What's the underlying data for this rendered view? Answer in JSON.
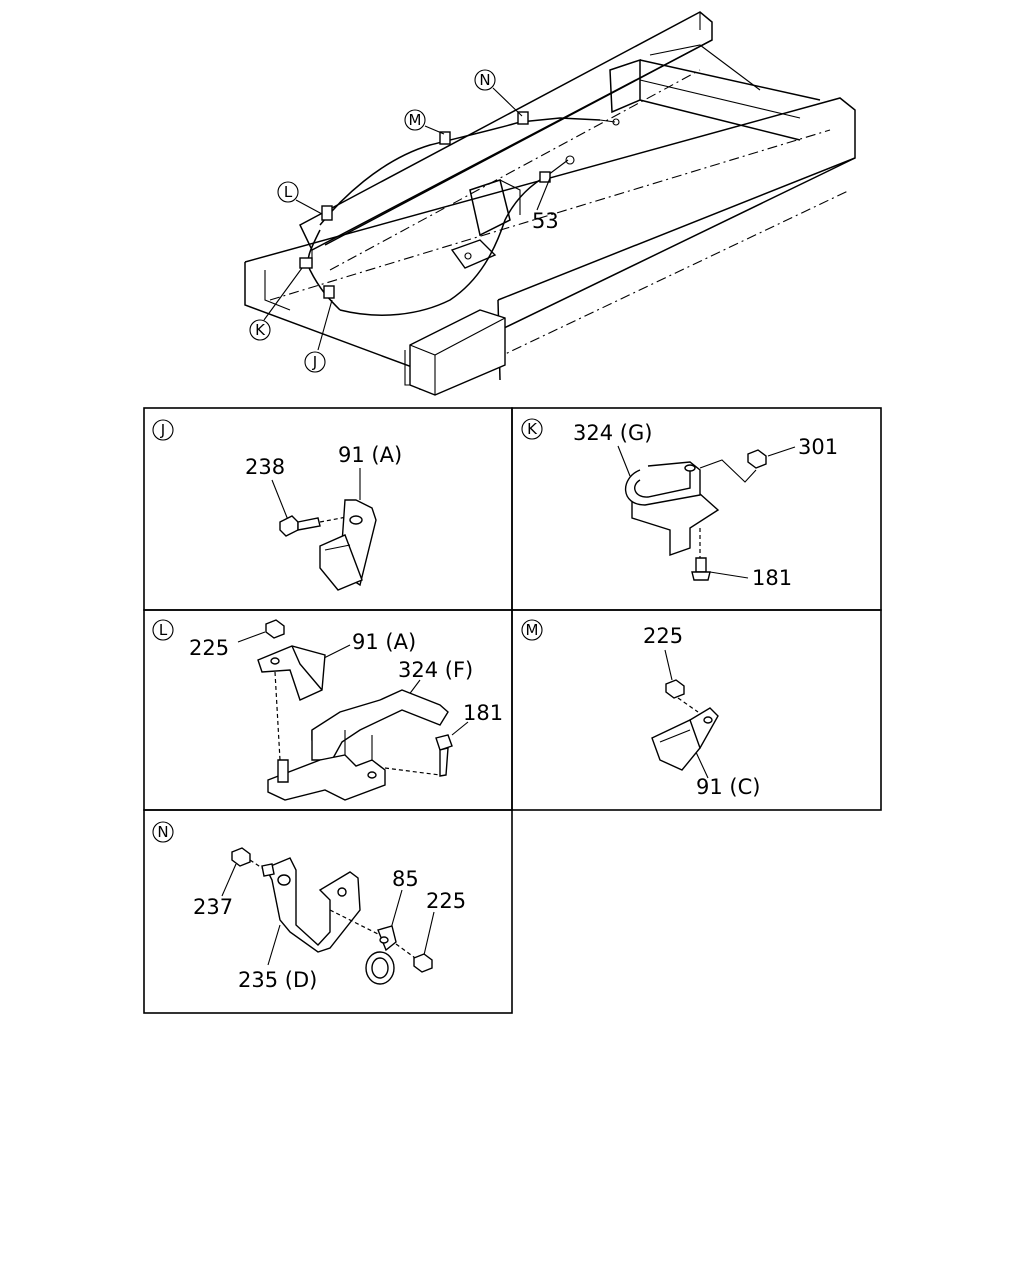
{
  "overview": {
    "callouts": [
      "N",
      "M",
      "L",
      "K",
      "J"
    ],
    "part_label": "53"
  },
  "panels": {
    "J": {
      "letter": "J",
      "labels": [
        "238",
        "91 (A)"
      ]
    },
    "K": {
      "letter": "K",
      "labels": [
        "324 (G)",
        "301",
        "181"
      ]
    },
    "L": {
      "letter": "L",
      "labels": [
        "225",
        "91 (A)",
        "324 (F)",
        "181"
      ]
    },
    "M": {
      "letter": "M",
      "labels": [
        "225",
        "91 (C)"
      ]
    },
    "N": {
      "letter": "N",
      "labels": [
        "237",
        "85",
        "225",
        "235 (D)"
      ]
    }
  }
}
